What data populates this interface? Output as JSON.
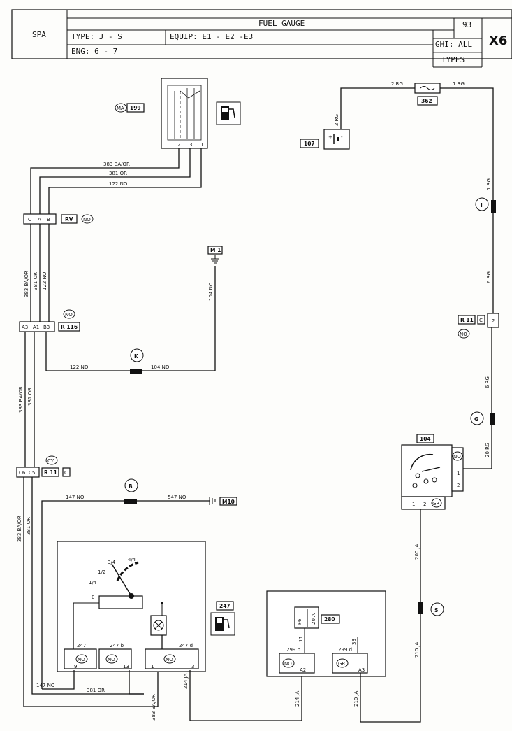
{
  "header": {
    "title": "FUEL GAUGE",
    "spa": "SPA",
    "type": "TYPE: J - S",
    "equip": "EQUIP: E1 - E2 -E3",
    "eng": "ENG:  6 - 7",
    "page": "93",
    "ghi": "GHI: ALL",
    "types": "TYPES",
    "code": "X6"
  },
  "components": {
    "c199": "199",
    "ma": "MA",
    "c107": "107",
    "c362": "362",
    "c104": "104",
    "c247": "247",
    "c280": "280",
    "rv": "RV",
    "r116": "R 116",
    "r11a": "R 11",
    "r11a_c": "C",
    "r11b": "R 11",
    "r11b_c": "C",
    "m1": "M 1",
    "m10": "M10",
    "f6": "F6",
    "f6a": "20 A"
  },
  "connectors": {
    "conn1": [
      "C",
      "A",
      "B"
    ],
    "conn2": [
      "A3",
      "A1",
      "B3"
    ],
    "conn3": [
      "C6",
      "C5"
    ],
    "no": "NO",
    "cy": "CY",
    "gr": "GR",
    "pins_top": [
      "2",
      "3",
      "1"
    ]
  },
  "splices": {
    "i": "I",
    "k": "K",
    "g": "G",
    "b": "B",
    "s": "S"
  },
  "wires": {
    "w383": "383 BA/OR",
    "w381": "381 OR",
    "w122": "122 NO",
    "w104": "104 NO",
    "w2rg": "2 RG",
    "w1rg": "1 RG",
    "w6rg": "6 RG",
    "w20rg": "20 RG",
    "w147": "147 NO",
    "w547": "547 NO",
    "w200": "200 JA",
    "w210": "210 JA",
    "w214": "214 JA"
  },
  "gauge": {
    "marks": [
      "0",
      "1/4",
      "1/2",
      "3/4",
      "4/4"
    ],
    "blocks": [
      "247",
      "247 b",
      "247 d"
    ],
    "pins": [
      "9",
      "13",
      "1",
      "3"
    ]
  },
  "relay": {
    "blocks": [
      "299 b",
      "299 d"
    ],
    "pins": [
      "A2",
      "A3"
    ],
    "nums": [
      "11",
      "38"
    ]
  },
  "sender_pins": [
    "1",
    "2"
  ],
  "colors": {
    "ink": "#111111",
    "paper": "#fdfdfb"
  }
}
